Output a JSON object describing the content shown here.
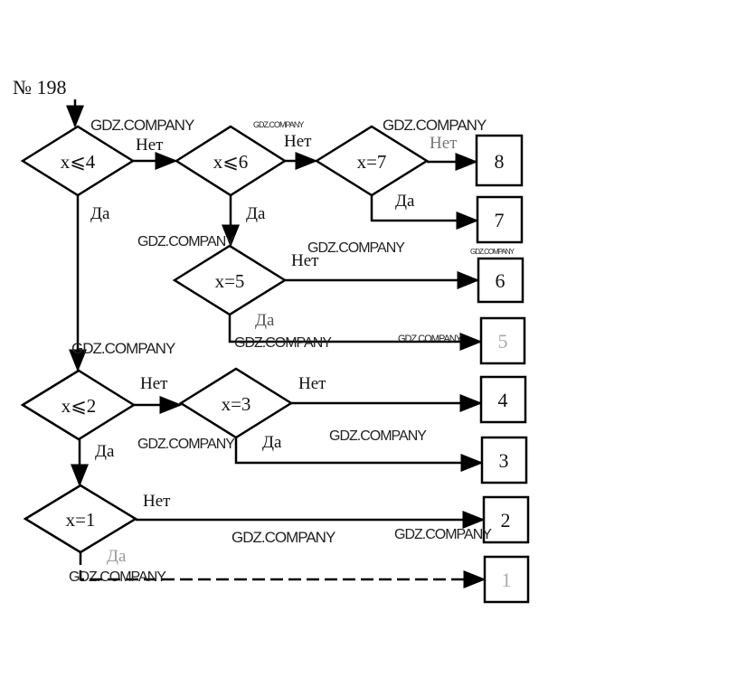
{
  "title": "№ 198",
  "watermark": "GDZ.COMPANY",
  "yes_label": "Да",
  "no_label": "Нет",
  "decisions": {
    "d1": "x⩽4",
    "d2": "x⩽6",
    "d3": "x=7",
    "d4": "x=5",
    "d5": "x⩽2",
    "d6": "x=3",
    "d7": "x=1"
  },
  "outputs": {
    "b8": "8",
    "b7": "7",
    "b6": "6",
    "b5": "5",
    "b4": "4",
    "b3": "3",
    "b2": "2",
    "b1": "1"
  }
}
